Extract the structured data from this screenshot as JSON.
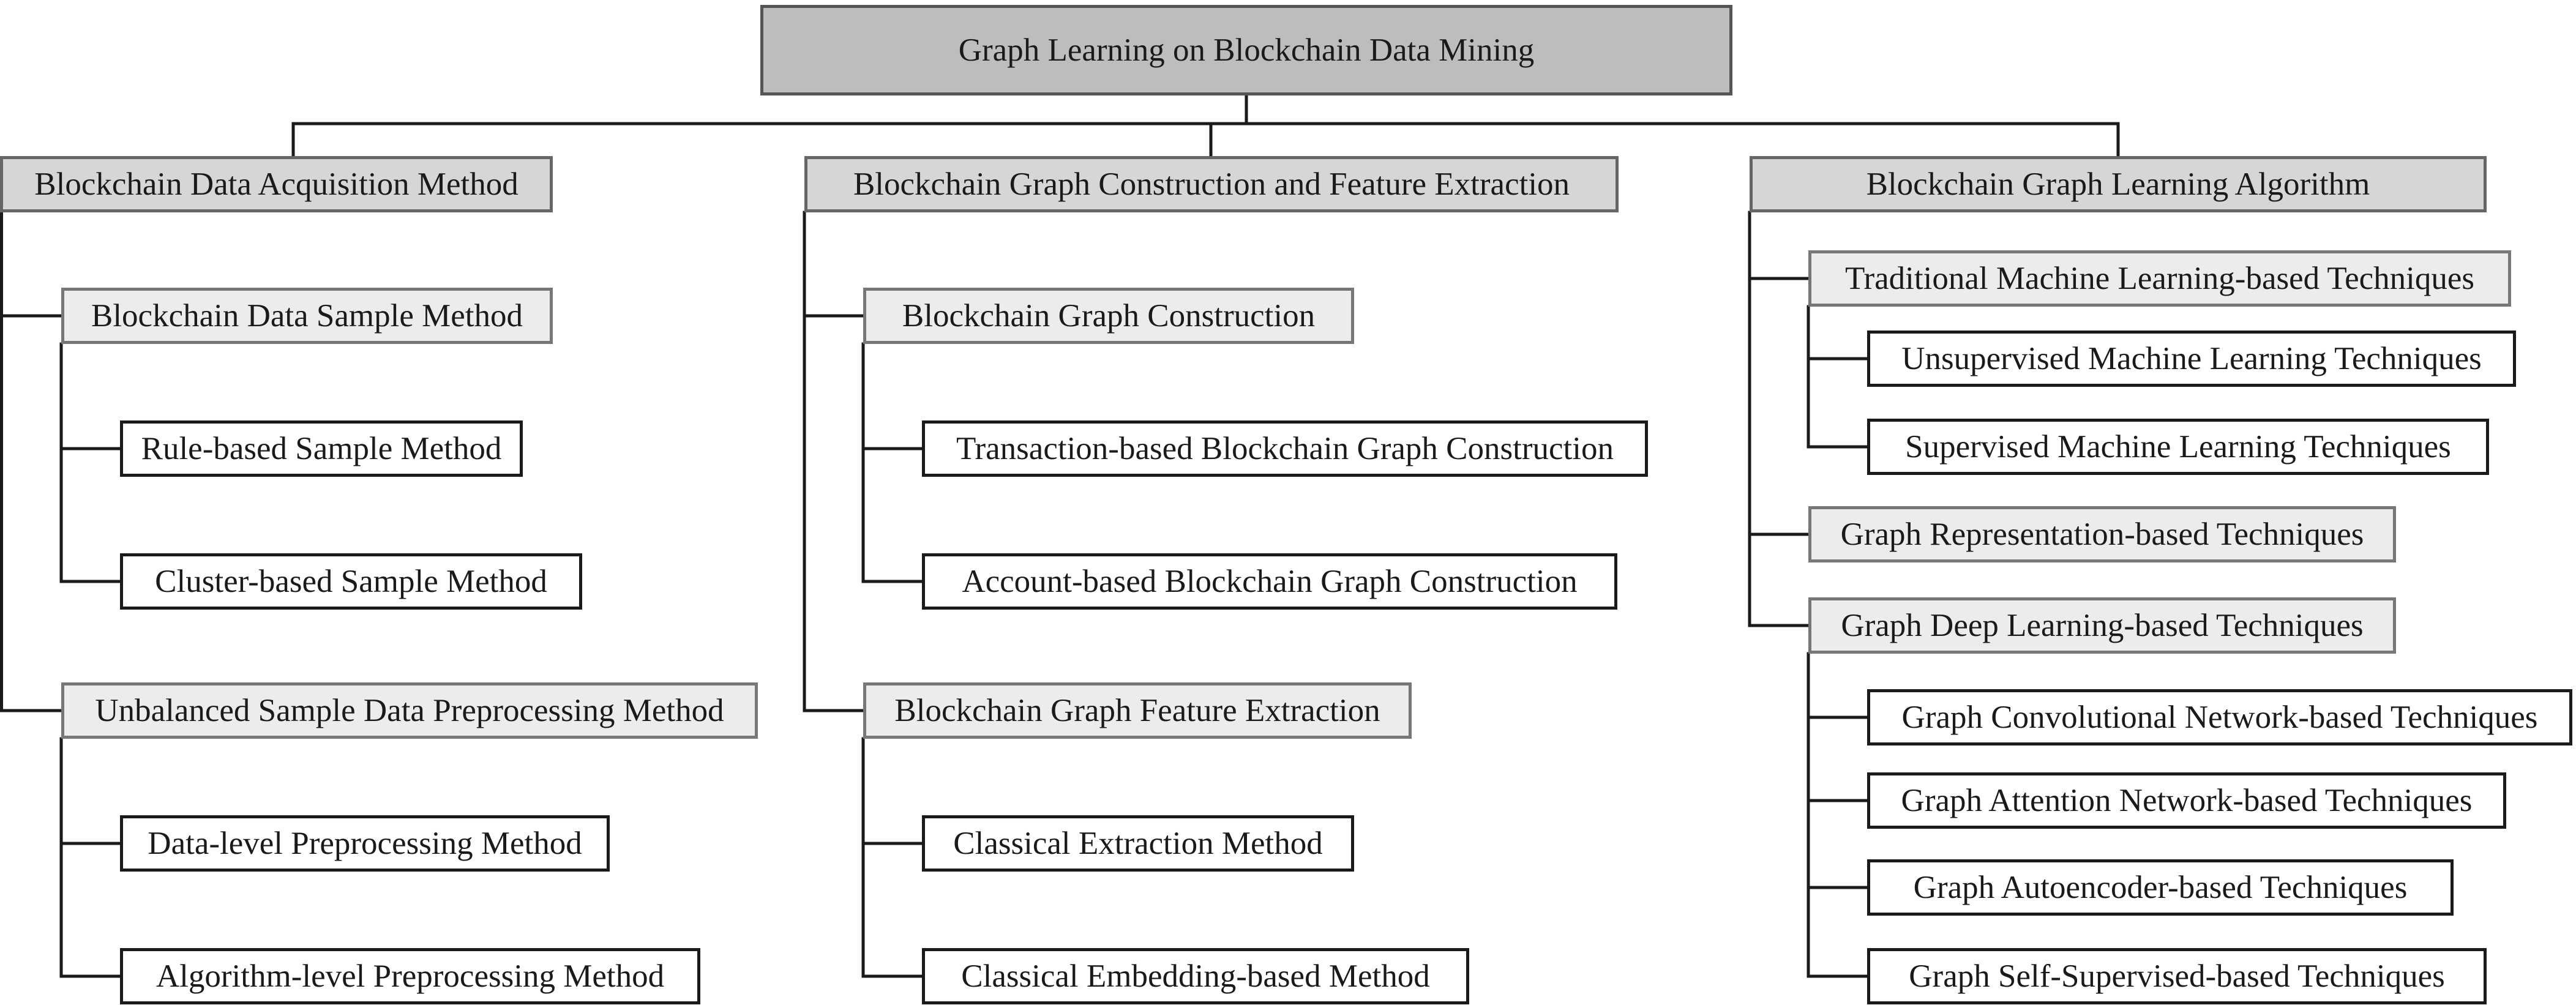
{
  "colors": {
    "root_fill": "#bdbdbe",
    "category_fill": "#d6d6d7",
    "subcategory_fill": "#ececec",
    "leaf_fill": "#ffffff",
    "line": "#1a1a1a"
  },
  "root": {
    "label": "Graph Learning on Blockchain Data Mining"
  },
  "branches": [
    {
      "label": "Blockchain Data Acquisition Method",
      "children": [
        {
          "label": "Blockchain Data Sample Method",
          "children": [
            "Rule-based Sample Method",
            "Cluster-based Sample Method"
          ]
        },
        {
          "label": "Unbalanced Sample Data Preprocessing Method",
          "children": [
            "Data-level Preprocessing Method",
            "Algorithm-level Preprocessing Method"
          ]
        }
      ]
    },
    {
      "label": "Blockchain Graph Construction and Feature Extraction",
      "children": [
        {
          "label": "Blockchain Graph Construction",
          "children": [
            "Transaction-based Blockchain Graph Construction",
            "Account-based Blockchain Graph Construction"
          ]
        },
        {
          "label": "Blockchain Graph Feature Extraction",
          "children": [
            "Classical Extraction Method",
            "Classical Embedding-based Method"
          ]
        }
      ]
    },
    {
      "label": "Blockchain Graph Learning Algorithm",
      "children": [
        {
          "label": "Traditional Machine Learning-based Techniques",
          "children": [
            "Unsupervised Machine Learning Techniques",
            "Supervised Machine Learning Techniques"
          ]
        },
        {
          "label": "Graph Representation-based Techniques",
          "children": []
        },
        {
          "label": "Graph Deep Learning-based Techniques",
          "children": [
            "Graph Convolutional Network-based Techniques",
            "Graph Attention Network-based Techniques",
            "Graph Autoencoder-based Techniques",
            "Graph Self-Supervised-based Techniques"
          ]
        }
      ]
    }
  ]
}
